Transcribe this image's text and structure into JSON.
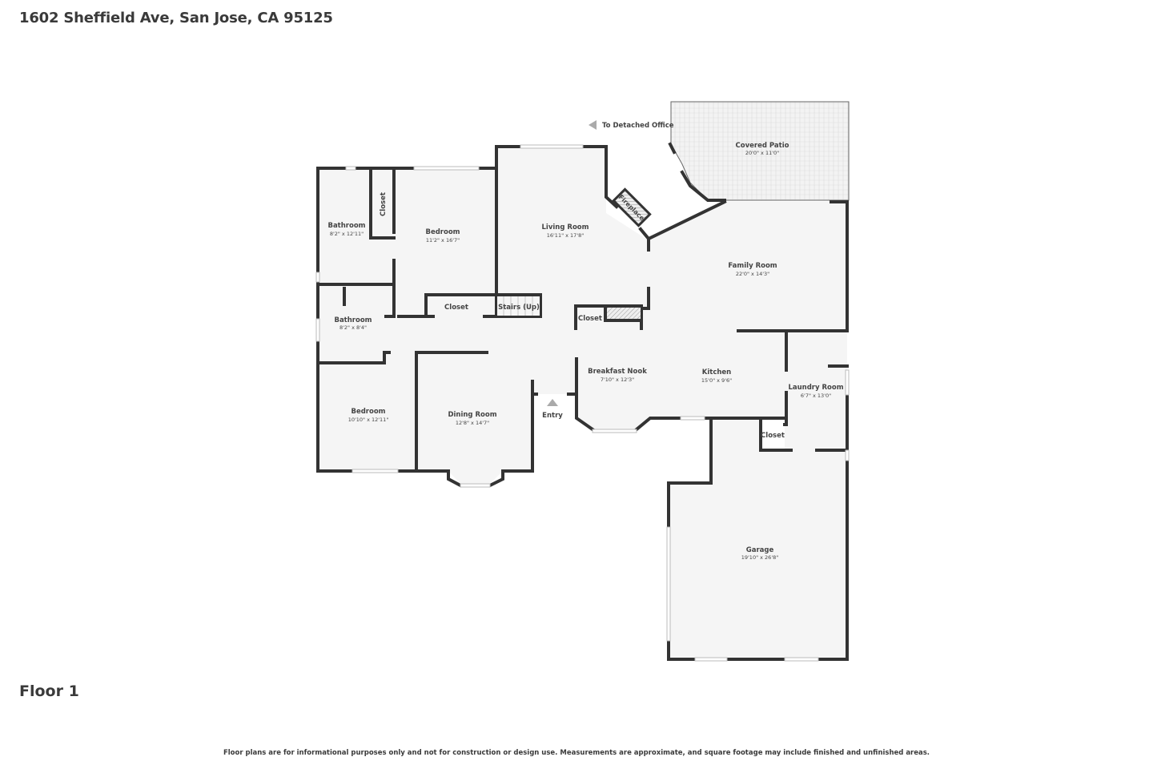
{
  "header": {
    "address": "1602 Sheffield Ave, San Jose, CA 95125"
  },
  "floor": {
    "label": "Floor 1"
  },
  "disclaimer": "Floor plans are for informational purposes only and not for construction or design use. Measurements are approximate, and square footage may include finished and unfinished areas.",
  "colors": {
    "wall": "#333333",
    "floor": "#f5f5f5",
    "background": "#ffffff",
    "text": "#444444"
  },
  "annotations": {
    "detached_office": "To Detached Office",
    "entry": "Entry"
  },
  "rooms": [
    {
      "name": "Bathroom",
      "dims": "8'2\" x 12'11\""
    },
    {
      "name": "Closet",
      "dims": ""
    },
    {
      "name": "Bedroom",
      "dims": "11'2\" x 16'7\""
    },
    {
      "name": "Living Room",
      "dims": "16'11\" x 17'8\""
    },
    {
      "name": "Fireplace",
      "dims": ""
    },
    {
      "name": "Covered Patio",
      "dims": "20'0\" x 11'0\""
    },
    {
      "name": "Family Room",
      "dims": "22'0\" x 14'3\""
    },
    {
      "name": "Bathroom",
      "dims": "8'2\" x 8'4\""
    },
    {
      "name": "Closet",
      "dims": ""
    },
    {
      "name": "Stairs (Up)",
      "dims": ""
    },
    {
      "name": "Closet",
      "dims": ""
    },
    {
      "name": "Breakfast Nook",
      "dims": "7'10\" x 12'3\""
    },
    {
      "name": "Kitchen",
      "dims": "15'0\" x 9'6\""
    },
    {
      "name": "Laundry Room",
      "dims": "6'7\" x 13'0\""
    },
    {
      "name": "Bedroom",
      "dims": "10'10\" x 12'11\""
    },
    {
      "name": "Dining Room",
      "dims": "12'8\" x 14'7\""
    },
    {
      "name": "Closet",
      "dims": ""
    },
    {
      "name": "Garage",
      "dims": "19'10\" x 26'8\""
    }
  ]
}
